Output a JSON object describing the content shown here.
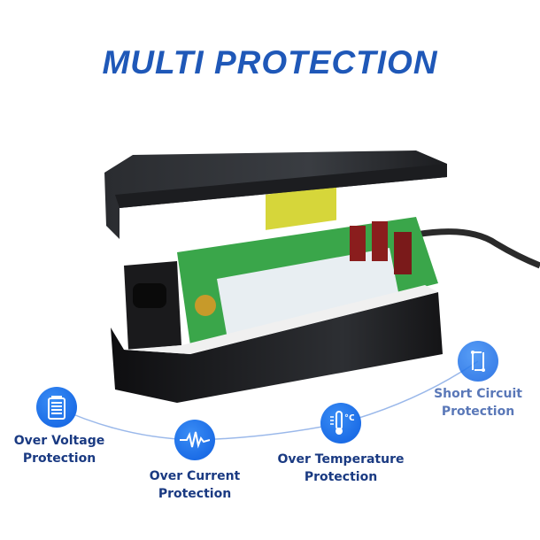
{
  "title": "MULTI PROTECTION",
  "features": [
    {
      "line1": "Over Voltage",
      "line2": "Protection",
      "icon": "battery-icon"
    },
    {
      "line1": "Over Current",
      "line2": "Protection",
      "icon": "waveform-icon"
    },
    {
      "line1": "Over Temperature",
      "line2": "Protection",
      "icon": "thermometer-icon"
    },
    {
      "line1": "Short Circuit",
      "line2": "Protection",
      "icon": "short-circuit-icon"
    }
  ],
  "colors": {
    "accent": "#1f58b8",
    "icon_bg": "#1565e6",
    "label": "#1a3a82"
  }
}
